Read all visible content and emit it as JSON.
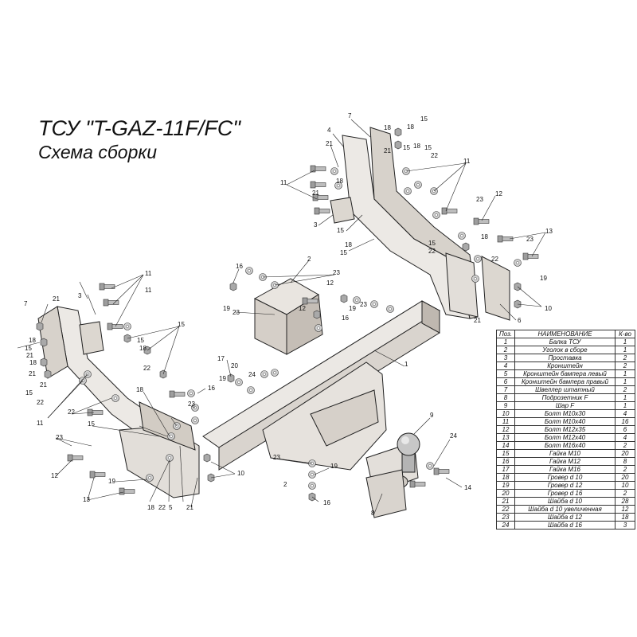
{
  "title": "ТСУ \"T-GAZ-11F/FC\"",
  "subtitle": "Схема сборки",
  "table": {
    "header": {
      "pos": "Поз.",
      "name": "НАИМЕНОВАНИЕ",
      "qty": "К-во"
    },
    "rows": [
      {
        "pos": "1",
        "name": "Балка ТСУ",
        "qty": "1"
      },
      {
        "pos": "2",
        "name": "Уголок в сборе",
        "qty": "1"
      },
      {
        "pos": "3",
        "name": "Проставка",
        "qty": "2"
      },
      {
        "pos": "4",
        "name": "Кронштейн",
        "qty": "2"
      },
      {
        "pos": "5",
        "name": "Кронштейн бампера левый",
        "qty": "1"
      },
      {
        "pos": "6",
        "name": "Кронштейн бампера правый",
        "qty": "1"
      },
      {
        "pos": "7",
        "name": "Швеллер штатный",
        "qty": "2"
      },
      {
        "pos": "8",
        "name": "Подрозетник F",
        "qty": "1"
      },
      {
        "pos": "9",
        "name": "Шар F",
        "qty": "1"
      },
      {
        "pos": "10",
        "name": "Болт М10х30",
        "qty": "4"
      },
      {
        "pos": "11",
        "name": "Болт М10х40",
        "qty": "16"
      },
      {
        "pos": "12",
        "name": "Болт М12х35",
        "qty": "6"
      },
      {
        "pos": "13",
        "name": "Болт М12х40",
        "qty": "4"
      },
      {
        "pos": "14",
        "name": "Болт М16х40",
        "qty": "2"
      },
      {
        "pos": "15",
        "name": "Гайка М10",
        "qty": "20"
      },
      {
        "pos": "16",
        "name": "Гайка М12",
        "qty": "8"
      },
      {
        "pos": "17",
        "name": "Гайка М16",
        "qty": "2"
      },
      {
        "pos": "18",
        "name": "Гровер d 10",
        "qty": "20"
      },
      {
        "pos": "19",
        "name": "Гровер d 12",
        "qty": "10"
      },
      {
        "pos": "20",
        "name": "Гровер d 16",
        "qty": "2"
      },
      {
        "pos": "21",
        "name": "Шайба d 10",
        "qty": "28"
      },
      {
        "pos": "22",
        "name": "Шайба d 10 увеличенная",
        "qty": "12"
      },
      {
        "pos": "23",
        "name": "Шайба d 12",
        "qty": "18"
      },
      {
        "pos": "24",
        "name": "Шайба d 16",
        "qty": "3"
      }
    ]
  },
  "callouts": [
    {
      "text": "7"
    },
    {
      "text": "4"
    },
    {
      "text": "21"
    },
    {
      "text": "18"
    },
    {
      "text": "15"
    },
    {
      "text": "18"
    },
    {
      "text": "21"
    },
    {
      "text": "15"
    },
    {
      "text": "18"
    },
    {
      "text": "15"
    },
    {
      "text": "22"
    },
    {
      "text": "11"
    },
    {
      "text": "11"
    },
    {
      "text": "21"
    },
    {
      "text": "18"
    },
    {
      "text": "3"
    },
    {
      "text": "15"
    },
    {
      "text": "18"
    },
    {
      "text": "15"
    },
    {
      "text": "22"
    },
    {
      "text": "23"
    },
    {
      "text": "12"
    },
    {
      "text": "18"
    },
    {
      "text": "15"
    },
    {
      "text": "23"
    },
    {
      "text": "13"
    },
    {
      "text": "22"
    },
    {
      "text": "19"
    },
    {
      "text": "21"
    },
    {
      "text": "6"
    },
    {
      "text": "10"
    },
    {
      "text": "2"
    },
    {
      "text": "16"
    },
    {
      "text": "23"
    },
    {
      "text": "12"
    },
    {
      "text": "19"
    },
    {
      "text": "23"
    },
    {
      "text": "12"
    },
    {
      "text": "23"
    },
    {
      "text": "19"
    },
    {
      "text": "16"
    },
    {
      "text": "1"
    },
    {
      "text": "7"
    },
    {
      "text": "21"
    },
    {
      "text": "3"
    },
    {
      "text": "11"
    },
    {
      "text": "11"
    },
    {
      "text": "15"
    },
    {
      "text": "18"
    },
    {
      "text": "21"
    },
    {
      "text": "18"
    },
    {
      "text": "15"
    },
    {
      "text": "21"
    },
    {
      "text": "15"
    },
    {
      "text": "18"
    },
    {
      "text": "15"
    },
    {
      "text": "22"
    },
    {
      "text": "11"
    },
    {
      "text": "22"
    },
    {
      "text": "17"
    },
    {
      "text": "20"
    },
    {
      "text": "24"
    },
    {
      "text": "19"
    },
    {
      "text": "16"
    },
    {
      "text": "18"
    },
    {
      "text": "23"
    },
    {
      "text": "15"
    },
    {
      "text": "23"
    },
    {
      "text": "22"
    },
    {
      "text": "10"
    },
    {
      "text": "12"
    },
    {
      "text": "13"
    },
    {
      "text": "19"
    },
    {
      "text": "18"
    },
    {
      "text": "22"
    },
    {
      "text": "5"
    },
    {
      "text": "21"
    },
    {
      "text": "23"
    },
    {
      "text": "19"
    },
    {
      "text": "2"
    },
    {
      "text": "16"
    },
    {
      "text": "9"
    },
    {
      "text": "24"
    },
    {
      "text": "14"
    },
    {
      "text": "8"
    },
    {
      "text": "21"
    }
  ],
  "colors": {
    "steel_light": "#e9e6e2",
    "steel_mid": "#d8d3cd",
    "steel_dark": "#b9b2aa",
    "line": "#1a1a1a",
    "hardware": "#a7a7a7"
  }
}
